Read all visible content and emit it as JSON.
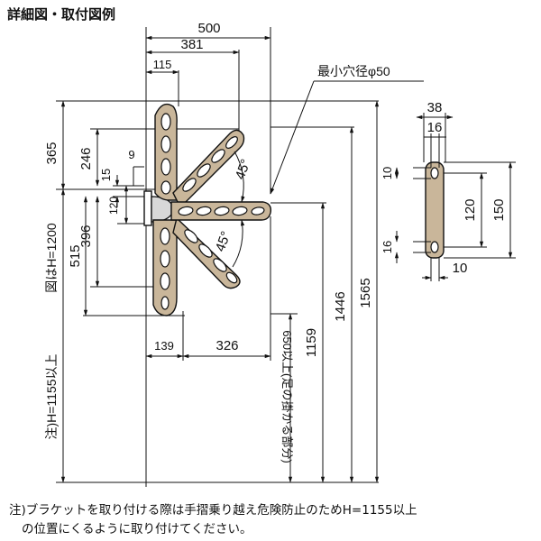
{
  "title": "詳細図・取付図例",
  "labels": {
    "min_hole": "最小穴径φ50",
    "angle_upper": "45°",
    "angle_lower": "45°"
  },
  "dimensions": {
    "d500": "500",
    "d381": "381",
    "d115": "115",
    "d365": "365",
    "d246": "246",
    "d9": "9",
    "d15": "15",
    "d120": "120",
    "d396": "396",
    "d515": "515",
    "h1200": "図はH=1200",
    "h1155": "注)H=1155以上",
    "d139": "139",
    "d326": "326",
    "d1159": "1159",
    "d1446": "1446",
    "d1565": "1565",
    "d650": "650以上(足の掛かる部分)",
    "b38": "38",
    "b16a": "16",
    "b10a": "10",
    "b120": "120",
    "b150": "150",
    "b16b": "16",
    "b10b": "10"
  },
  "note": {
    "line1": "注)ブラケットを取り付ける際は手摺乗り越え危険防止のためH=1155以上",
    "line2": "の位置にくるように取り付けてください。"
  }
}
